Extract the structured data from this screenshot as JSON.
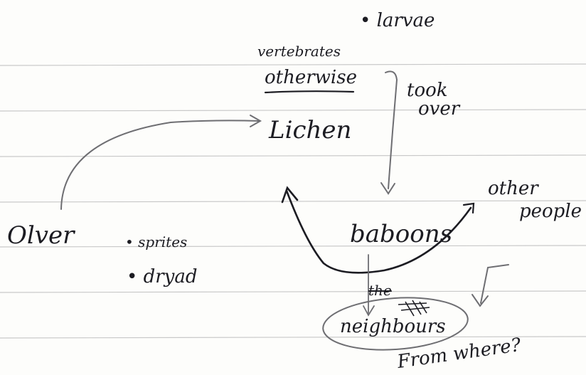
{
  "notes": {
    "larvae": "• larvae",
    "vertebrates": "vertebrates",
    "otherwise": "otherwise",
    "took_over": [
      "took",
      "over"
    ],
    "lichen": "Lichen",
    "olver": "Olver",
    "sprites": "• sprites",
    "dryad": "• dryad",
    "baboons": "baboons",
    "other_people": [
      "other",
      "people"
    ],
    "struck_word": "the",
    "neighbours": "neighbours",
    "question": "From where?"
  },
  "colors": {
    "paper": "#fdfdfb",
    "rule_line": "#c9c9c9",
    "ink_dark": "#1c1c22",
    "ink_pencil": "#6e6e72"
  }
}
